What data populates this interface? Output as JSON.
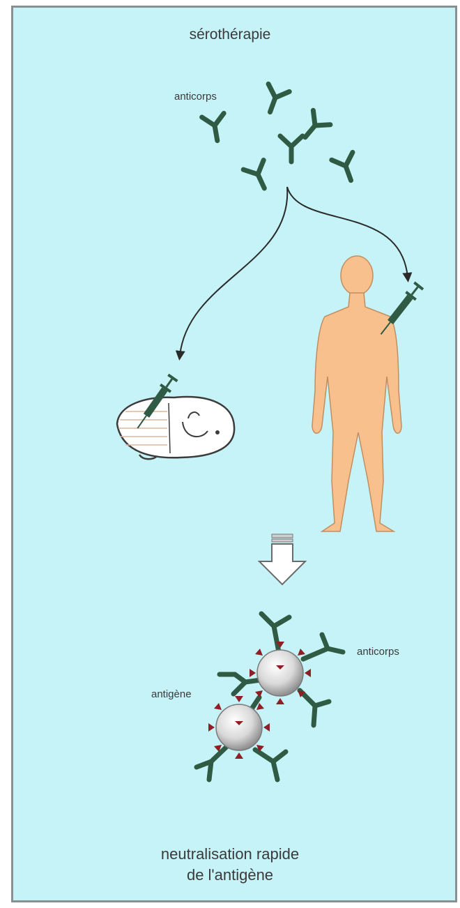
{
  "title": "sérothérapie",
  "labels": {
    "antibody_top": "anticorps",
    "antibody_bottom": "anticorps",
    "antigen": "antigène"
  },
  "caption": {
    "line1": "neutralisation rapide",
    "line2": "de l'antigène"
  },
  "colors": {
    "background": "#c6f3f7",
    "border": "#8a8f92",
    "antibody": "#2f5a44",
    "human": "#f8c08c",
    "antigen_spike": "#8e1f24"
  }
}
